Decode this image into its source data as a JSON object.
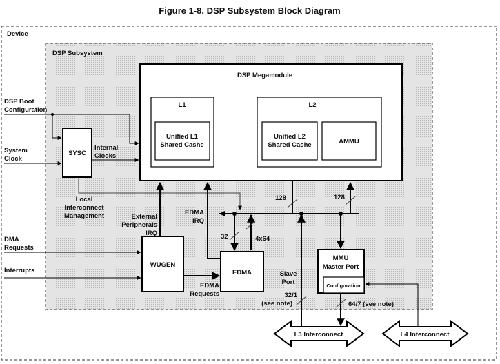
{
  "figure_title": "Figure 1-8. DSP Subsystem Block Diagram",
  "regions": {
    "device": "Device",
    "dsp_subsystem": "DSP Subsystem"
  },
  "blocks": {
    "dsp_megamodule": "DSP Megamodule",
    "l1": "L1",
    "l1_cache_line1": "Unified L1",
    "l1_cache_line2": "Shared Cashe",
    "l2": "L2",
    "l2_cache_line1": "Unified L2",
    "l2_cache_line2": "Shared Cashe",
    "ammu": "AMMU",
    "sysc": "SYSC",
    "wugen": "WUGEN",
    "edma": "EDMA",
    "mmu_line1": "MMU",
    "mmu_line2": "Master Port",
    "configuration": "Configuration",
    "l3_interconnect": "L3 Interconnect",
    "l4_interconnect": "L4 Interconnect"
  },
  "signals": {
    "dsp_boot_line1": "DSP Boot",
    "dsp_boot_line2": "Configuration",
    "system_clock_line1": "System",
    "system_clock_line2": "Clock",
    "dma_requests_line1": "DMA",
    "dma_requests_line2": "Requests",
    "interrupts": "Interrupts",
    "internal_clocks_line1": "Internal",
    "internal_clocks_line2": "Clocks",
    "local_interconnect_line1": "Local",
    "local_interconnect_line2": "Interconnect",
    "local_interconnect_line3": "Management",
    "external_peripherals_line1": "External",
    "external_peripherals_line2": "Peripherals",
    "external_peripherals_line3": "IRQ",
    "edma_irq_line1": "EDMA",
    "edma_irq_line2": "IRQ",
    "edma_requests_line1": "EDMA",
    "edma_requests_line2": "Requests",
    "slave_port_line1": "Slave",
    "slave_port_line2": "Port"
  },
  "bus_widths": {
    "bus_128_left": "128",
    "bus_128_right": "128",
    "bus_32": "32",
    "bus_4x64": "4x64",
    "bus_32_1": "32/1",
    "bus_32_1_note": "(see note)",
    "bus_64_7": "64/7 (see note)"
  }
}
